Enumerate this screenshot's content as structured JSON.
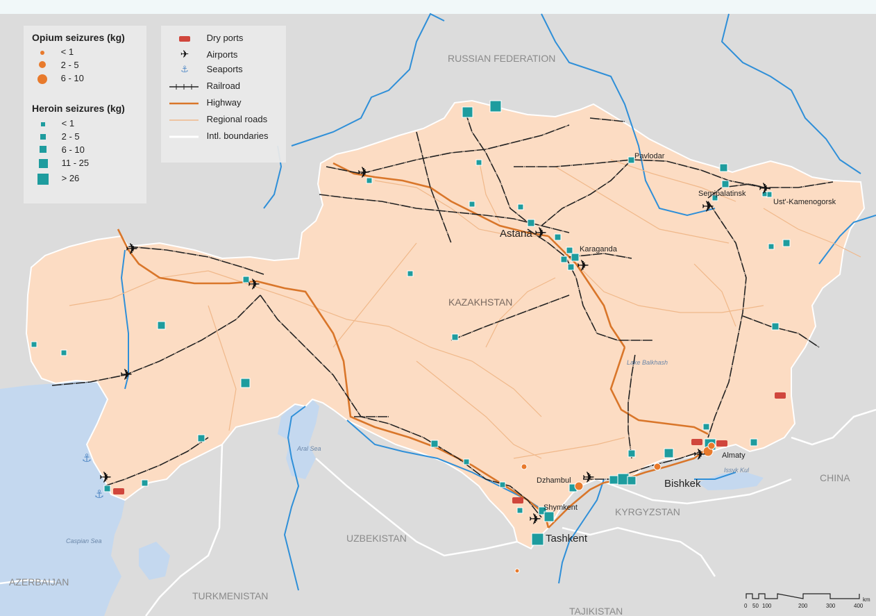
{
  "colors": {
    "background_top": "#f1f8f9",
    "land_outside": "#dcdcdc",
    "kazakhstan_fill": "#fcdcc3",
    "water": "#c4d8ef",
    "river": "#2f8fd8",
    "boundary": "#ffffff",
    "railroad": "#222222",
    "highway": "#d9762a",
    "regional_road": "#f0b88a",
    "heroin_marker": "#1e9c9e",
    "opium_marker": "#e87a2c",
    "dry_port": "#d0463c"
  },
  "legend_left": {
    "opium_title": "Opium seizures (kg)",
    "opium_items": [
      "< 1",
      "2 - 5",
      "6 - 10"
    ],
    "heroin_title": "Heroin seizures (kg)",
    "heroin_items": [
      "< 1",
      "2 - 5",
      "6 - 10",
      "11 - 25",
      "> 26"
    ]
  },
  "legend_right": {
    "items": [
      {
        "label": "Dry ports",
        "icon": "dry-port-icon"
      },
      {
        "label": "Airports",
        "icon": "airport-icon"
      },
      {
        "label": "Seaports",
        "icon": "anchor-icon"
      },
      {
        "label": "Railroad",
        "icon": "railroad-line"
      },
      {
        "label": "Highway",
        "icon": "highway-line"
      },
      {
        "label": "Regional roads",
        "icon": "regional-road-line"
      },
      {
        "label": "Intl. boundaries",
        "icon": "boundary-line"
      }
    ]
  },
  "countries": {
    "russia": "RUSSIAN FEDERATION",
    "kazakhstan": "KAZAKHSTAN",
    "china": "CHINA",
    "kyrgyzstan": "KYRGYZSTAN",
    "uzbekistan": "UZBEKISTAN",
    "turkmenistan": "TURKMENISTAN",
    "azerbaijan": "AZERBAIJAN",
    "tajikistan": "TAJIKISTAN"
  },
  "cities": {
    "astana": "Astana",
    "karaganda": "Karaganda",
    "pavlodar": "Pavlodar",
    "semipalatinsk": "Semipalatinsk",
    "ust_kamenogorsk": "Ust'-Kamenogorsk",
    "almaty": "Almaty",
    "bishkek": "Bishkek",
    "dzhambul": "Dzhambul",
    "shymkent": "Shymkent",
    "tashkent": "Tashkent"
  },
  "water_bodies": {
    "caspian": "Caspian Sea",
    "aral": "Aral Sea",
    "balkhash": "Lake Balkhash",
    "issyk_kul": "Issyk Kul"
  },
  "scale_bar": {
    "ticks": [
      "0",
      "50",
      "100",
      "200",
      "300",
      "400"
    ],
    "unit": "km"
  }
}
